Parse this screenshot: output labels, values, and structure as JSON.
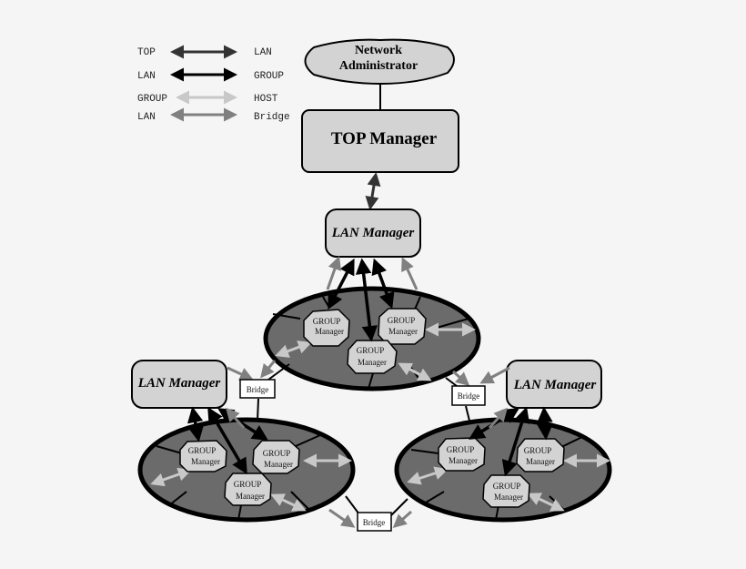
{
  "legend": [
    {
      "from": "TOP",
      "to": "LAN",
      "color": "#333333"
    },
    {
      "from": "LAN",
      "to": "GROUP",
      "color": "#000000"
    },
    {
      "from": "GROUP",
      "to": "HOST",
      "color": "#bbbbbb"
    },
    {
      "from": "LAN",
      "to": "Bridge",
      "color": "#777777"
    }
  ],
  "nodes": {
    "network_admin": {
      "line1": "Network",
      "line2": "Administrator"
    },
    "top_manager": "TOP Manager",
    "lan_manager": "LAN Manager",
    "group_manager": {
      "line1": "GROUP",
      "line2": "Manager"
    },
    "bridge": "Bridge"
  },
  "colors": {
    "node_fill": "#d3d3d3",
    "lan_fill": "#6b6b6b",
    "host_arrow": "#c8c8c8",
    "bridge_arrow": "#808080",
    "lan_group_arrow": "#000000",
    "top_lan_arrow": "#333333"
  }
}
